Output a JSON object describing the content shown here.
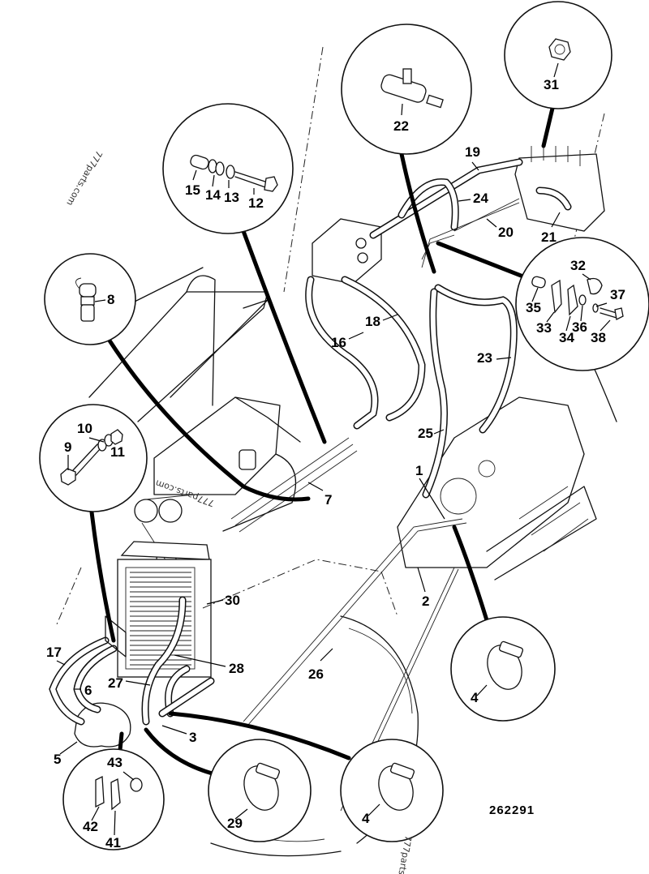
{
  "diagram": {
    "type": "exploded parts diagram",
    "subject": "Hydraulic hose and oil cooler installation",
    "drawing_number": "262291",
    "watermarks": [
      "777parts.com",
      "777parts.com",
      "777parts.com"
    ],
    "accent_color": "#000000",
    "background_color": "#ffffff"
  },
  "callouts": [
    {
      "id": "1",
      "label": "1",
      "refers_to": "hose bracket"
    },
    {
      "id": "2",
      "label": "2",
      "refers_to": "pipe"
    },
    {
      "id": "3",
      "label": "3",
      "refers_to": "hose"
    },
    {
      "id": "4a",
      "label": "4",
      "refers_to": "hose clip (detail)"
    },
    {
      "id": "4b",
      "label": "4",
      "refers_to": "hose clip (detail)"
    },
    {
      "id": "5",
      "label": "5",
      "refers_to": "filter / housing"
    },
    {
      "id": "6",
      "label": "6",
      "refers_to": "hose"
    },
    {
      "id": "7",
      "label": "7",
      "refers_to": "pipes"
    },
    {
      "id": "8",
      "label": "8",
      "refers_to": "quick-release coupling (detail)"
    },
    {
      "id": "9",
      "label": "9",
      "refers_to": "bolt (detail)"
    },
    {
      "id": "10",
      "label": "10",
      "refers_to": "washers (detail)"
    },
    {
      "id": "11",
      "label": "11",
      "refers_to": "nut (detail)"
    },
    {
      "id": "12",
      "label": "12",
      "refers_to": "bolt (detail)"
    },
    {
      "id": "13",
      "label": "13",
      "refers_to": "washer (detail)"
    },
    {
      "id": "14",
      "label": "14",
      "refers_to": "washer (detail)"
    },
    {
      "id": "15",
      "label": "15",
      "refers_to": "spacer (detail)"
    },
    {
      "id": "16",
      "label": "16",
      "refers_to": "hose"
    },
    {
      "id": "17",
      "label": "17",
      "refers_to": "hose"
    },
    {
      "id": "18",
      "label": "18",
      "refers_to": "hose"
    },
    {
      "id": "19",
      "label": "19",
      "refers_to": "hose"
    },
    {
      "id": "20",
      "label": "20",
      "refers_to": "pipe"
    },
    {
      "id": "21",
      "label": "21",
      "refers_to": "hose"
    },
    {
      "id": "22",
      "label": "22",
      "refers_to": "tee adaptor (detail)"
    },
    {
      "id": "23",
      "label": "23",
      "refers_to": "hose"
    },
    {
      "id": "24",
      "label": "24",
      "refers_to": "hose"
    },
    {
      "id": "25",
      "label": "25",
      "refers_to": "hose"
    },
    {
      "id": "26",
      "label": "26",
      "refers_to": "pipe"
    },
    {
      "id": "27",
      "label": "27",
      "refers_to": "hose"
    },
    {
      "id": "28",
      "label": "28",
      "refers_to": "hose"
    },
    {
      "id": "29",
      "label": "29",
      "refers_to": "hose clip (detail)"
    },
    {
      "id": "30",
      "label": "30",
      "refers_to": "oil cooler"
    },
    {
      "id": "31",
      "label": "31",
      "refers_to": "nut (detail)"
    },
    {
      "id": "32",
      "label": "32",
      "refers_to": "P-clip (detail)"
    },
    {
      "id": "33",
      "label": "33",
      "refers_to": "bracket (detail)"
    },
    {
      "id": "34",
      "label": "34",
      "refers_to": "bracket (detail)"
    },
    {
      "id": "35",
      "label": "35",
      "refers_to": "spacer (detail)"
    },
    {
      "id": "36",
      "label": "36",
      "refers_to": "washer (detail)"
    },
    {
      "id": "37",
      "label": "37",
      "refers_to": "washer (detail)"
    },
    {
      "id": "38",
      "label": "38",
      "refers_to": "bolt (detail)"
    },
    {
      "id": "41",
      "label": "41",
      "refers_to": "P-clip (detail)"
    },
    {
      "id": "42",
      "label": "42",
      "refers_to": "bracket (detail)"
    },
    {
      "id": "43",
      "label": "43",
      "refers_to": "spacer (detail)"
    }
  ],
  "detail_circles": [
    {
      "id": "c-12-15",
      "contains": [
        "15",
        "14",
        "13",
        "12"
      ]
    },
    {
      "id": "c-22",
      "contains": [
        "22"
      ]
    },
    {
      "id": "c-31",
      "contains": [
        "31"
      ]
    },
    {
      "id": "c-32-38",
      "contains": [
        "32",
        "35",
        "33",
        "34",
        "36",
        "37",
        "38"
      ]
    },
    {
      "id": "c-8",
      "contains": [
        "8"
      ]
    },
    {
      "id": "c-9-11",
      "contains": [
        "10",
        "9",
        "11"
      ]
    },
    {
      "id": "c-4a",
      "contains": [
        "4"
      ]
    },
    {
      "id": "c-41-43",
      "contains": [
        "43",
        "42",
        "41"
      ]
    },
    {
      "id": "c-29",
      "contains": [
        "29"
      ]
    },
    {
      "id": "c-4b",
      "contains": [
        "4"
      ]
    }
  ]
}
